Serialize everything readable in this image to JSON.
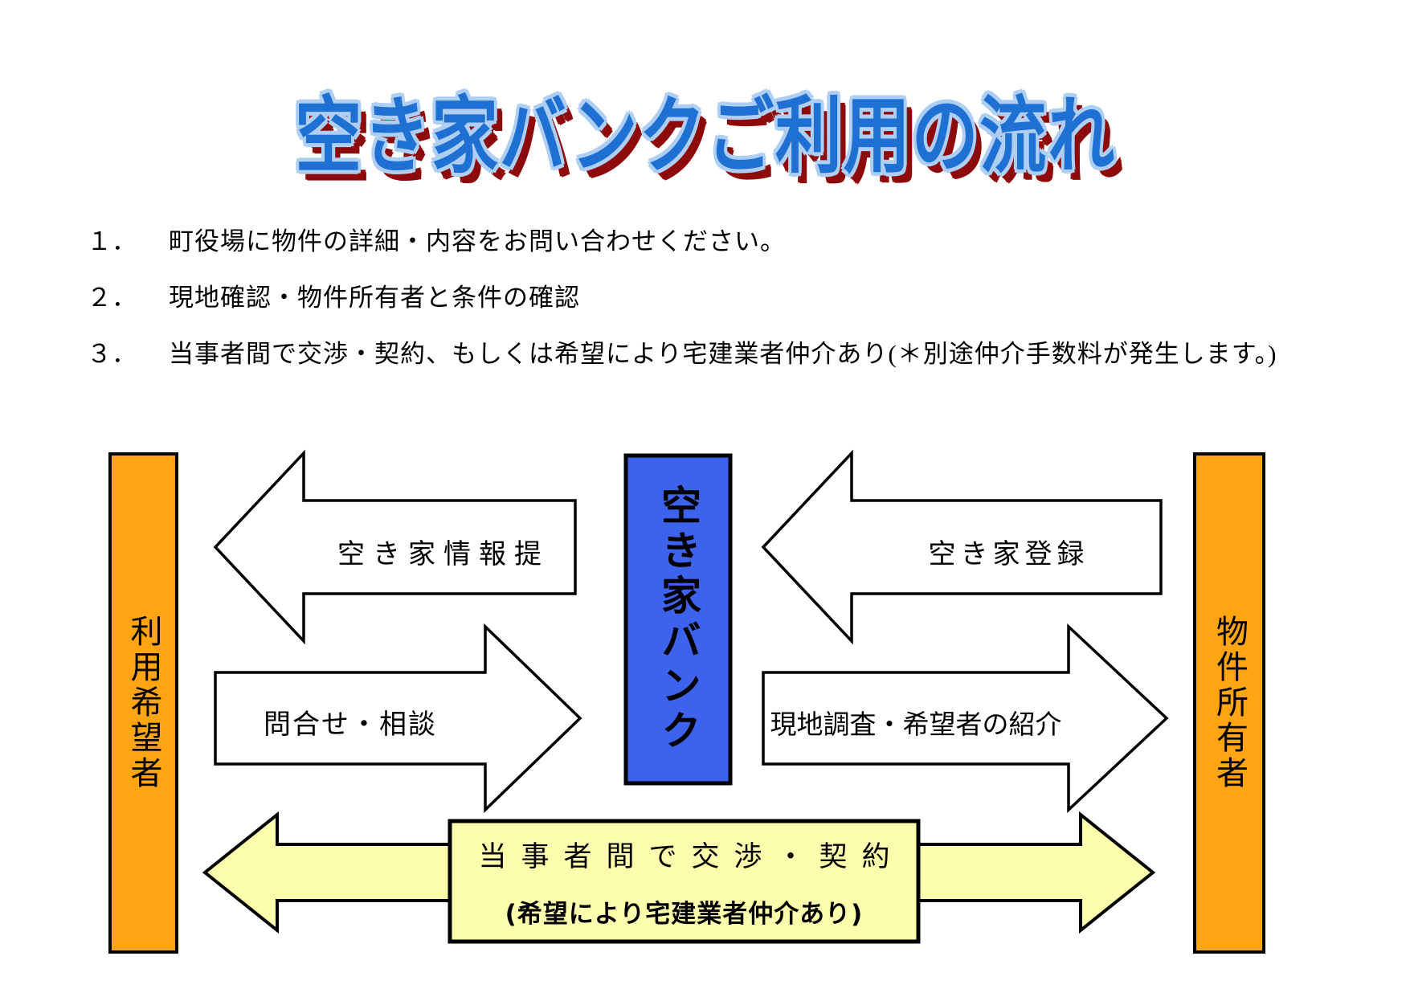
{
  "title": "空き家バンクご利用の流れ",
  "steps": [
    {
      "num": "１．",
      "text": "町役場に物件の詳細・内容をお問い合わせください。"
    },
    {
      "num": "２．",
      "text": "現地確認・物件所有者と条件の確認"
    },
    {
      "num": "３．",
      "text": "当事者間で交渉・契約、もしくは希望により宅建業者仲介あり(＊別途仲介手数料が発生します。)"
    }
  ],
  "diagram": {
    "left_bar_label": "利用希望者",
    "center_box_label": "空き家バンク",
    "right_bar_label": "物件所有者",
    "arrow_labels": {
      "vacant_house_info": "空き家情報提",
      "vacant_house_registration": "空き家登録",
      "inquiry_consultation": "問合せ・相談",
      "site_survey_introduction": "現地調査・希望者の紹介",
      "negotiation_line1": "当事者間で交渉・契約",
      "negotiation_line2": "(希望により宅建業者仲介あり)"
    }
  },
  "colors": {
    "orange": "#FFA412",
    "blue": "#3D63EE",
    "yellow": "#FDFDAE",
    "white": "#FFFFFF",
    "title_fill": "#1E70D2",
    "title_halo": "#AECFF3",
    "title_shadow": "#8E0B0B"
  }
}
